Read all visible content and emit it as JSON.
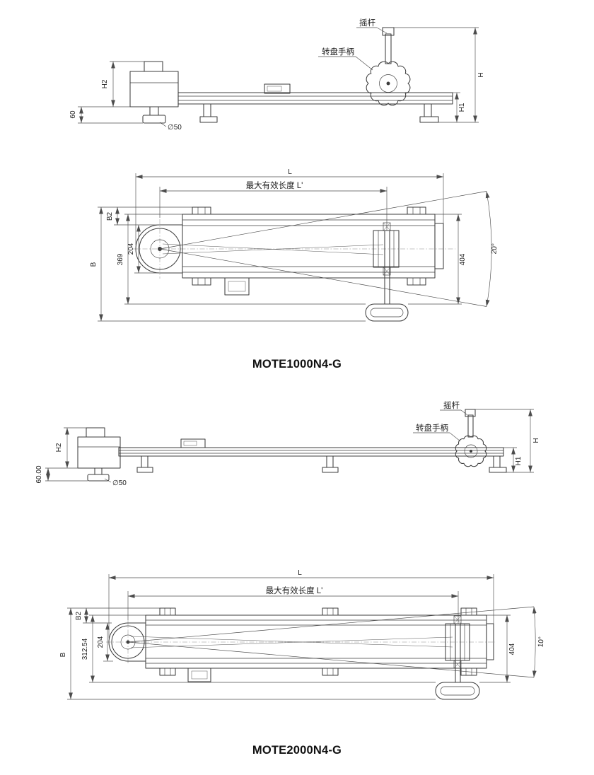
{
  "page": {
    "background": "#ffffff",
    "ink": "#3d3d3d"
  },
  "models": [
    {
      "title": "MOTE1000N4-G",
      "callouts": {
        "rocker": "摇杆",
        "dial_handle": "转盘手柄"
      },
      "side_dims": {
        "overall_height": "H",
        "mount_height": "H1",
        "head_height": "H2",
        "foot_height": "60",
        "foot_diameter": "∅50"
      },
      "top_dims": {
        "overall_length": "L",
        "max_effective_length": "最大有效长度 L'",
        "overall_width": "B",
        "edge_width": "B2",
        "body_width": "369",
        "rail_width": "204",
        "arm_extent": "404",
        "swing_angle": "20°"
      }
    },
    {
      "title": "MOTE2000N4-G",
      "callouts": {
        "rocker": "摇杆",
        "dial_handle": "转盘手柄"
      },
      "side_dims": {
        "overall_height": "H",
        "mount_height": "H1",
        "head_height": "H2",
        "foot_height": "60.00",
        "foot_diameter": "∅50"
      },
      "top_dims": {
        "overall_length": "L",
        "max_effective_length": "最大有效长度 L'",
        "overall_width": "B",
        "edge_width": "B2",
        "body_width": "312.54",
        "rail_width": "204",
        "arm_extent": "404",
        "swing_angle": "10°"
      }
    }
  ]
}
